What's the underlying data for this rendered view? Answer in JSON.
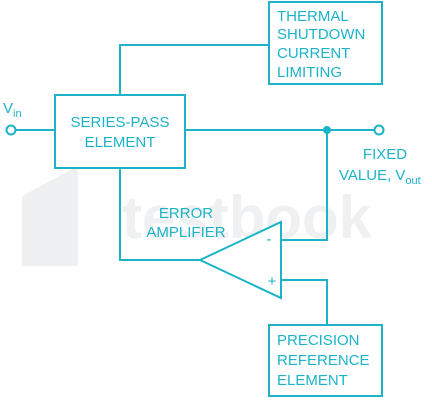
{
  "watermark": "testbook",
  "colors": {
    "line": "#1cb3c8",
    "text": "#1cb3c8",
    "watermark": "#eef0f1",
    "background": "#ffffff"
  },
  "input": {
    "label": "V",
    "subscript": "in"
  },
  "series_pass": {
    "line1": "SERIES-PASS",
    "line2": "ELEMENT"
  },
  "thermal": {
    "line1": "THERMAL",
    "line2": "SHUTDOWN",
    "line3": "CURRENT",
    "line4": "LIMITING"
  },
  "output": {
    "line1": "FIXED",
    "line2_prefix": "VALUE, V",
    "subscript": "out"
  },
  "error_amp": {
    "line1": "ERROR",
    "line2": "AMPLIFIER",
    "minus": "-",
    "plus": "+"
  },
  "reference": {
    "line1": "PRECISION",
    "line2": "REFERENCE",
    "line3": "ELEMENT"
  }
}
